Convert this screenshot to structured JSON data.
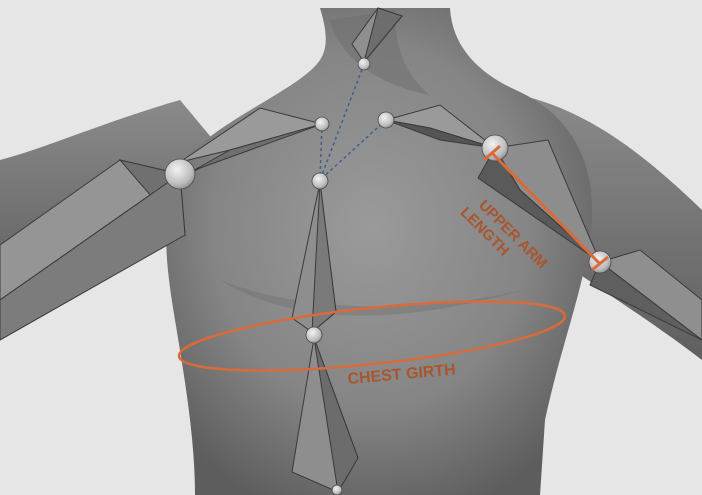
{
  "annotations": {
    "chest_girth": "CHEST GIRTH",
    "upper_arm_line1": "UPPER ARM",
    "upper_arm_line2": "LENGTH"
  },
  "colors": {
    "background": "#e6e6e6",
    "body": "#7e7e7e",
    "bone": "#8f8f8f",
    "measure_line": "#d96b3a",
    "label": "#a9552e",
    "parent_link": "#3e5f8a"
  }
}
